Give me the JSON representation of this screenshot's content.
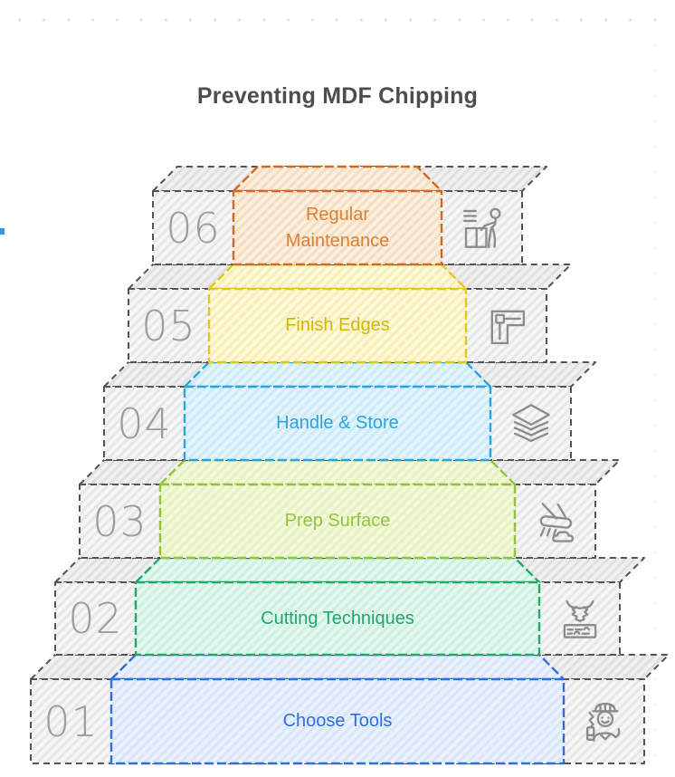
{
  "title": "Preventing MDF Chipping",
  "steps": [
    {
      "number": "01",
      "label": "Choose Tools",
      "icon": "carpenter-icon",
      "border_color": "#2e6fe0",
      "fill_color": "#eaf1fc",
      "hatch_color": "#d9e6f9",
      "text_color": "#2e6fe0"
    },
    {
      "number": "02",
      "label": "Cutting Techniques",
      "icon": "saw-board-icon",
      "border_color": "#21a96b",
      "fill_color": "#e4f8ee",
      "hatch_color": "#cdf0e0",
      "text_color": "#21a96b"
    },
    {
      "number": "03",
      "label": "Prep Surface",
      "icon": "brush-sweep-icon",
      "border_color": "#93c33d",
      "fill_color": "#f2f9da",
      "hatch_color": "#e6f2c0",
      "text_color": "#93c33d"
    },
    {
      "number": "04",
      "label": "Handle & Store",
      "icon": "layers-icon",
      "border_color": "#2ba3e0",
      "fill_color": "#e3f4fc",
      "hatch_color": "#cdeaf9",
      "text_color": "#2ba3e0"
    },
    {
      "number": "05",
      "label": "Finish Edges",
      "icon": "corner-edge-icon",
      "border_color": "#e4c816",
      "fill_color": "#fdf8da",
      "hatch_color": "#f6eeb5",
      "text_color": "#d2b900"
    },
    {
      "number": "06",
      "label": "Regular Maintenance",
      "icon": "desk-maintenance-icon",
      "border_color": "#d2691e",
      "fill_color": "#fbeede",
      "hatch_color": "#f5ddc2",
      "text_color": "#db8033"
    }
  ],
  "colors": {
    "title_color": "#4d4d4d",
    "block_outline": "#535353",
    "block_fill": "#f6f6f6",
    "block_hatch": "#e7e7e7",
    "number_color": "#9c9c9c",
    "icon_color": "#8c8c8c",
    "background_dot": "#d9d9df",
    "edge_artifact": "#2d9fd6"
  }
}
